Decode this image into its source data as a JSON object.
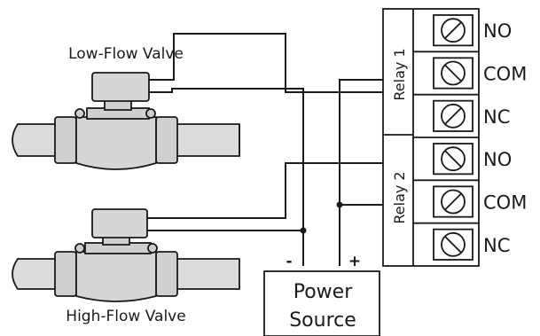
{
  "valves": {
    "low_flow_label": "Low-Flow Valve",
    "high_flow_label": "High-Flow Valve"
  },
  "relay_board": {
    "relay1_label": "Relay 1",
    "relay2_label": "Relay 2",
    "terminals": [
      {
        "label": "NO"
      },
      {
        "label": "COM"
      },
      {
        "label": "NC"
      },
      {
        "label": "NO"
      },
      {
        "label": "COM"
      },
      {
        "label": "NC"
      }
    ]
  },
  "power_source": {
    "line1": "Power",
    "line2": "Source",
    "negative_label": "-",
    "positive_label": "+"
  },
  "colors": {
    "line": "#1a1a1a",
    "valve_body": "#d6d6d6",
    "board_fill": "#ffffff"
  }
}
